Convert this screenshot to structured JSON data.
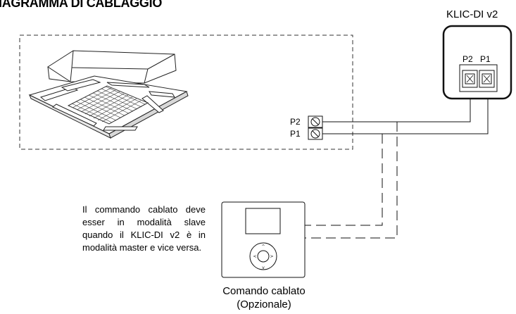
{
  "title": "IAGRAMMA DI CABLAGGIO",
  "klic_device": {
    "name": "KLIC-DI v2",
    "terminals": [
      "P2",
      "P1"
    ]
  },
  "indoor_unit": {
    "terminals": [
      "P2",
      "P1"
    ]
  },
  "note": "Il commando cablato deve esser in modalità slave quando il KLIC-DI v2 è in modalità master e vice versa.",
  "wired_controller": {
    "caption_line1": "Comando cablato",
    "caption_line2": "(Opzionale)"
  }
}
